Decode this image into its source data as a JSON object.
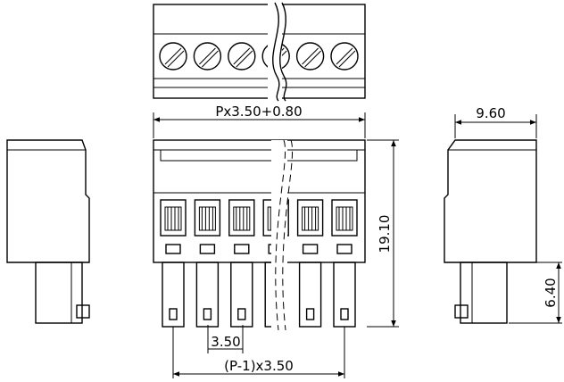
{
  "drawing": {
    "pole_count": 6,
    "dimensions": {
      "overall_width": "Px3.50+0.80",
      "depth": "9.60",
      "height": "19.10",
      "pin_length": "6.40",
      "pitch": "3.50",
      "pin_span": "(P-1)x3.50"
    }
  }
}
